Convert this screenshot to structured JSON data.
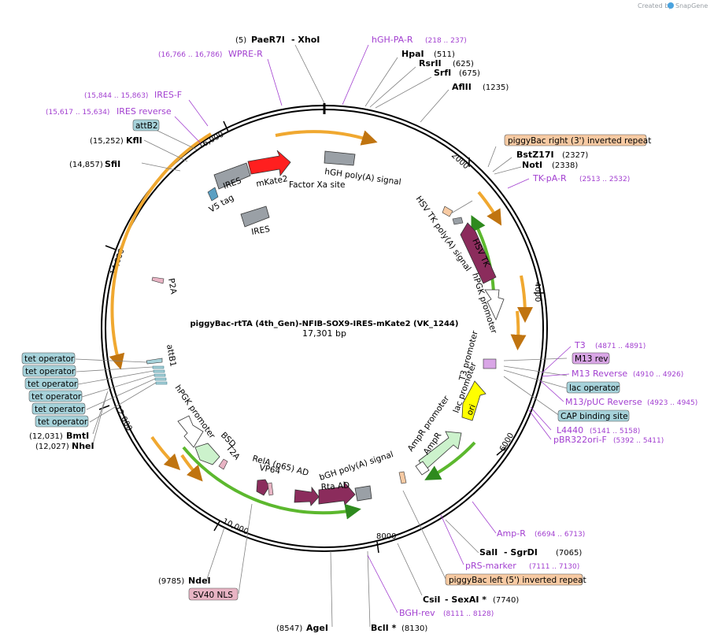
{
  "app": {
    "credit": "Created by",
    "brand": "SnapGene"
  },
  "plasmid": {
    "name": "piggyBac-rtTA (4th_Gen)-NFIB-SOX9-IRES-mKate2 (VK_1244)",
    "length": "17,301 bp"
  },
  "ticks": [
    "2000",
    "4000",
    "6000",
    "8000",
    "10,000",
    "12,000",
    "14,000",
    "16,000"
  ],
  "sites": [
    {
      "pos": "(5)",
      "name": "PaeR7I",
      "extra": "- XhoI"
    },
    {
      "name": "HpaI",
      "pos": "(511)"
    },
    {
      "name": "RsrII",
      "pos": "(625)"
    },
    {
      "name": "SrfI",
      "pos": "(675)"
    },
    {
      "name": "AflII",
      "pos": "(1235)"
    },
    {
      "name": "BstZ17I",
      "pos": "(2327)"
    },
    {
      "name": "NotI",
      "pos": "(2338)"
    },
    {
      "name": "SalI",
      "extra": "- SgrDI",
      "pos": "(7065)"
    },
    {
      "name": "CsiI",
      "extra": "- SexAI *",
      "pos": "(7740)"
    },
    {
      "name": "BclI *",
      "pos": "(8130)"
    },
    {
      "pos": "(8547)",
      "name": "AgeI"
    },
    {
      "pos": "(9785)",
      "name": "NdeI"
    },
    {
      "pos": "(12,031)",
      "name": "BmtI"
    },
    {
      "pos": "(12,027)",
      "name": "NheI"
    },
    {
      "pos": "(14,857)",
      "name": "SfiI"
    },
    {
      "pos": "(15,252)",
      "name": "KflI"
    }
  ],
  "primers": [
    {
      "name": "hGH-PA-R",
      "range": "(218 .. 237)"
    },
    {
      "range": "(16,766 .. 16,786)",
      "name": "WPRE-R"
    },
    {
      "range": "(15,844 .. 15,863)",
      "name": "IRES-F"
    },
    {
      "range": "(15,617 .. 15,634)",
      "name": "IRES reverse"
    },
    {
      "name": "TK-pA-R",
      "range": "(2513 .. 2532)"
    },
    {
      "name": "T3",
      "range": "(4871 .. 4891)"
    },
    {
      "name": "M13 Reverse",
      "range": "(4910 .. 4926)"
    },
    {
      "name": "M13/pUC Reverse",
      "range": "(4923 .. 4945)"
    },
    {
      "name": "L4440",
      "range": "(5141 .. 5158)"
    },
    {
      "name": "pBR322ori-F",
      "range": "(5392 .. 5411)"
    },
    {
      "name": "Amp-R",
      "range": "(6694 .. 6713)"
    },
    {
      "name": "pRS-marker",
      "range": "(7111 .. 7130)"
    },
    {
      "name": "BGH-rev",
      "range": "(8111 .. 8128)"
    }
  ],
  "boxes": {
    "attB2": "attB2",
    "piggybac_right": "piggyBac right (3') inverted repeat",
    "m13rev": "M13 rev",
    "lac_operator": "lac operator",
    "cap_site": "CAP binding site",
    "piggybac_left": "piggyBac left (5') inverted repeat",
    "sv40": "SV40 NLS",
    "tet_operator": [
      "tet operator",
      "tet operator",
      "tet operator",
      "tet operator",
      "tet operator",
      "tet operator"
    ]
  },
  "features": {
    "mkate2": "mKate2",
    "ires_in": "IRES",
    "factor_xa": "Factor Xa site",
    "hgh_polya": "hGH poly(A) signal",
    "ires": "IRES",
    "v5": "V5 tag",
    "p2a": "P2A",
    "attb1": "attB1",
    "hsv_tk_polya": "HSV TK poly(A) signal",
    "hsv_tk": "HSV TK",
    "hpgk1": "hPGK promoter",
    "t3": "T3 promoter",
    "lac_prom": "lac promoter",
    "ori": "ori",
    "ampr_prom": "AmpR promoter",
    "ampr": "AmpR",
    "bgh": "bGH poly(A) signal",
    "rta": "Rta AD",
    "rela": "RelA (p65) AD",
    "vp64": "VP64",
    "hpgk2": "hPGK promoter",
    "bsd": "BSD",
    "t2a": "T2A"
  },
  "colors": {
    "primer": "#a23fd0",
    "orf": "#f0a830",
    "green": "#5cb82e",
    "hsvtk": "#8b2c5c",
    "mkate": "#ff1f1f",
    "ori": "#ffff00",
    "grey": "#9aa0a6",
    "box_blue": "#a6d2da",
    "box_orange": "#f7caa3",
    "box_purple": "#d9a6e6",
    "box_pink": "#e8b4c4"
  }
}
